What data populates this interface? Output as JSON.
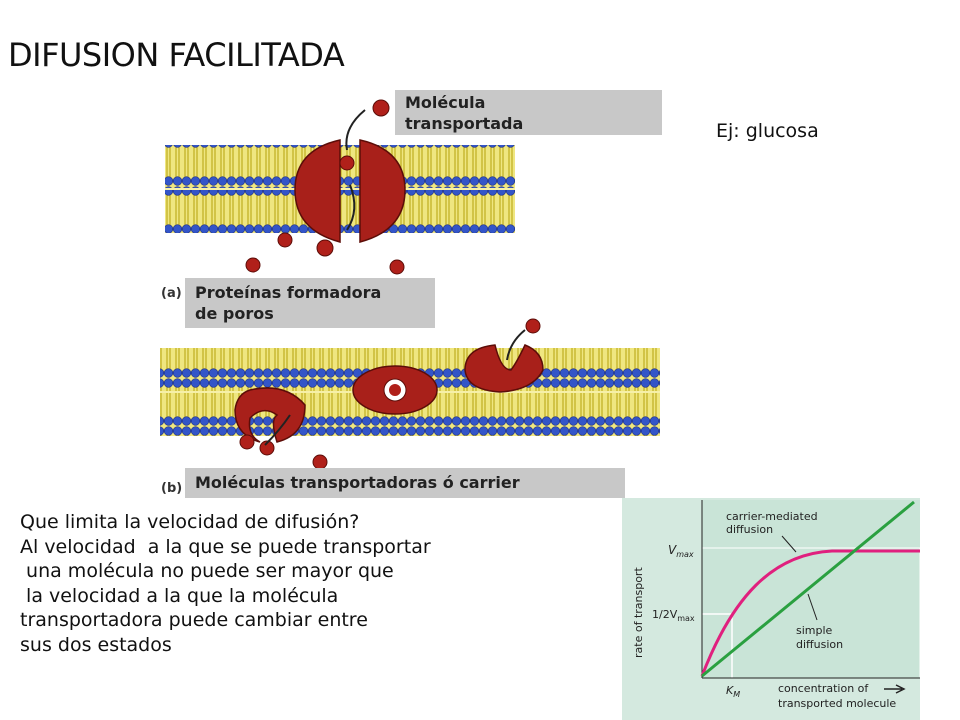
{
  "title": "DIFUSION FACILITADA",
  "example": "Ej: glucosa",
  "body_lines": [
    "Que limita la velocidad de difusión?",
    "Al velocidad  a la que se puede transportar",
    " una molécula no puede ser mayor que",
    " la velocidad a la que la molécula",
    "transportadora puede cambiar entre",
    "sus dos estados"
  ],
  "membrane_figure": {
    "label_transported": [
      "Molécula",
      "transportada"
    ],
    "panel_a_letter": "(a)",
    "panel_a_label": [
      "Proteínas formadora",
      "de poros"
    ],
    "panel_b_letter": "(b)",
    "panel_b_label": "Moléculas transportadoras ó carrier",
    "colors": {
      "lipid_head": "#3355c8",
      "lipid_tail": "#e8e060",
      "protein": "#a8201a",
      "label_box": "#c8c8c8"
    }
  },
  "kinetics_graph": {
    "ylabel": "rate of transport",
    "vmax_label": "V",
    "vmax_sub": "max",
    "half_vmax_label": "1/2V",
    "half_vmax_sub": "max",
    "km_label": "K",
    "km_sub": "M",
    "xlabel": [
      "concentration of",
      "transported molecule"
    ],
    "carrier_label": [
      "carrier-mediated",
      "diffusion"
    ],
    "simple_label": [
      "simple",
      "diffusion"
    ],
    "colors": {
      "carrier": "#e0207e",
      "simple": "#2aa040",
      "background": "#cfe7dc"
    }
  }
}
